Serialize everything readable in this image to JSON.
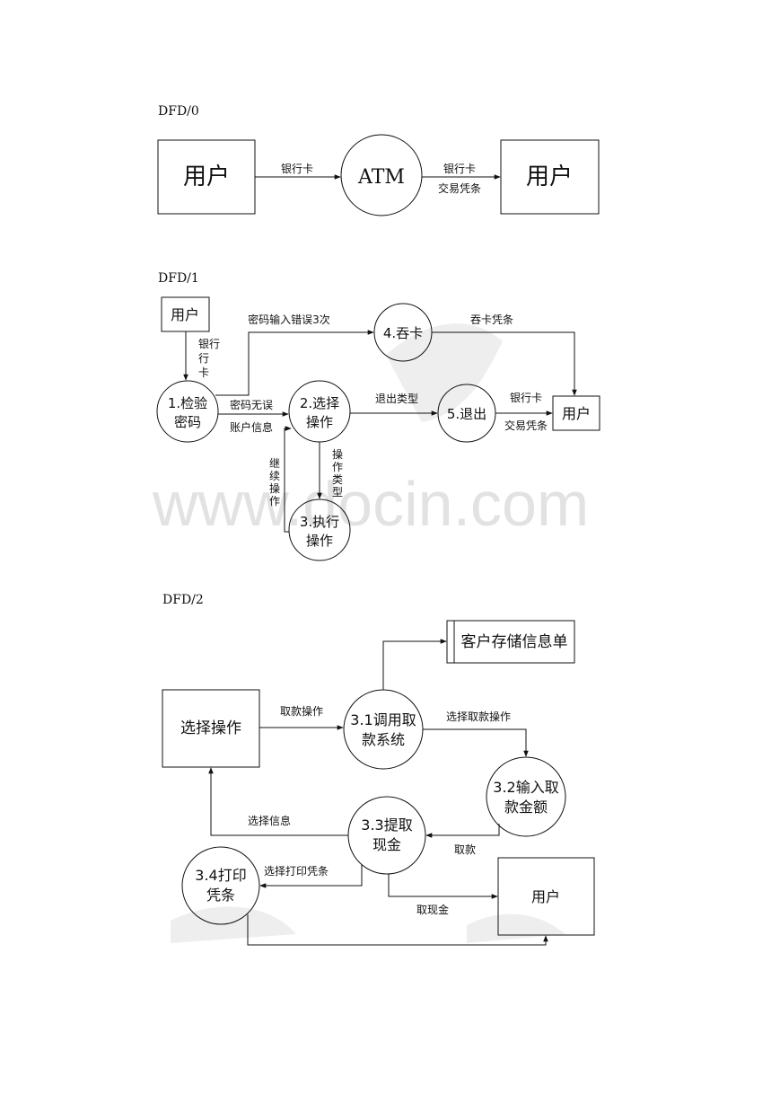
{
  "watermark": "www.docin.com",
  "dfd0": {
    "title": "DFD/0",
    "source": "用户",
    "process": "ATM",
    "sink": "用户",
    "flow_in": "银行卡",
    "flow_out_1": "银行卡",
    "flow_out_2": "交易凭条"
  },
  "dfd1": {
    "title": "DFD/1",
    "user_top": "用户",
    "flow_user_card": [
      "银行",
      "行",
      "卡"
    ],
    "p1": [
      "1.检验",
      "密码"
    ],
    "p2": [
      "2.选择",
      "操作"
    ],
    "p3": [
      "3.执行",
      "操作"
    ],
    "p4": "4.吞卡",
    "p5": "5.退出",
    "user_right": "用户",
    "flow_wrong_pw": "密码输入错误3次",
    "flow_swallow_receipt": "吞卡凭条",
    "flow_pw_ok_1": "密码无误",
    "flow_pw_ok_2": "账户信息",
    "flow_exit_type": "退出类型",
    "flow_exit_card": "银行卡",
    "flow_exit_receipt": "交易凭条",
    "flow_op_type": [
      "操",
      "作",
      "类",
      "型"
    ],
    "flow_continue": [
      "继",
      "续",
      "操",
      "作"
    ]
  },
  "dfd2": {
    "title": "DFD/2",
    "select_op": "选择操作",
    "store": "客户存储信息单",
    "p31": [
      "3.1调用取",
      "款系统"
    ],
    "p32": [
      "3.2输入取",
      "款金额"
    ],
    "p33": [
      "3.3提取",
      "现金"
    ],
    "p34": [
      "3.4打印",
      "凭条"
    ],
    "user": "用户",
    "flow_withdraw_op": "取款操作",
    "flow_select_withdraw": "选择取款操作",
    "flow_withdraw": "取款",
    "flow_select_info": "选择信息",
    "flow_select_print": "选择打印凭条",
    "flow_cash": "取现金"
  }
}
